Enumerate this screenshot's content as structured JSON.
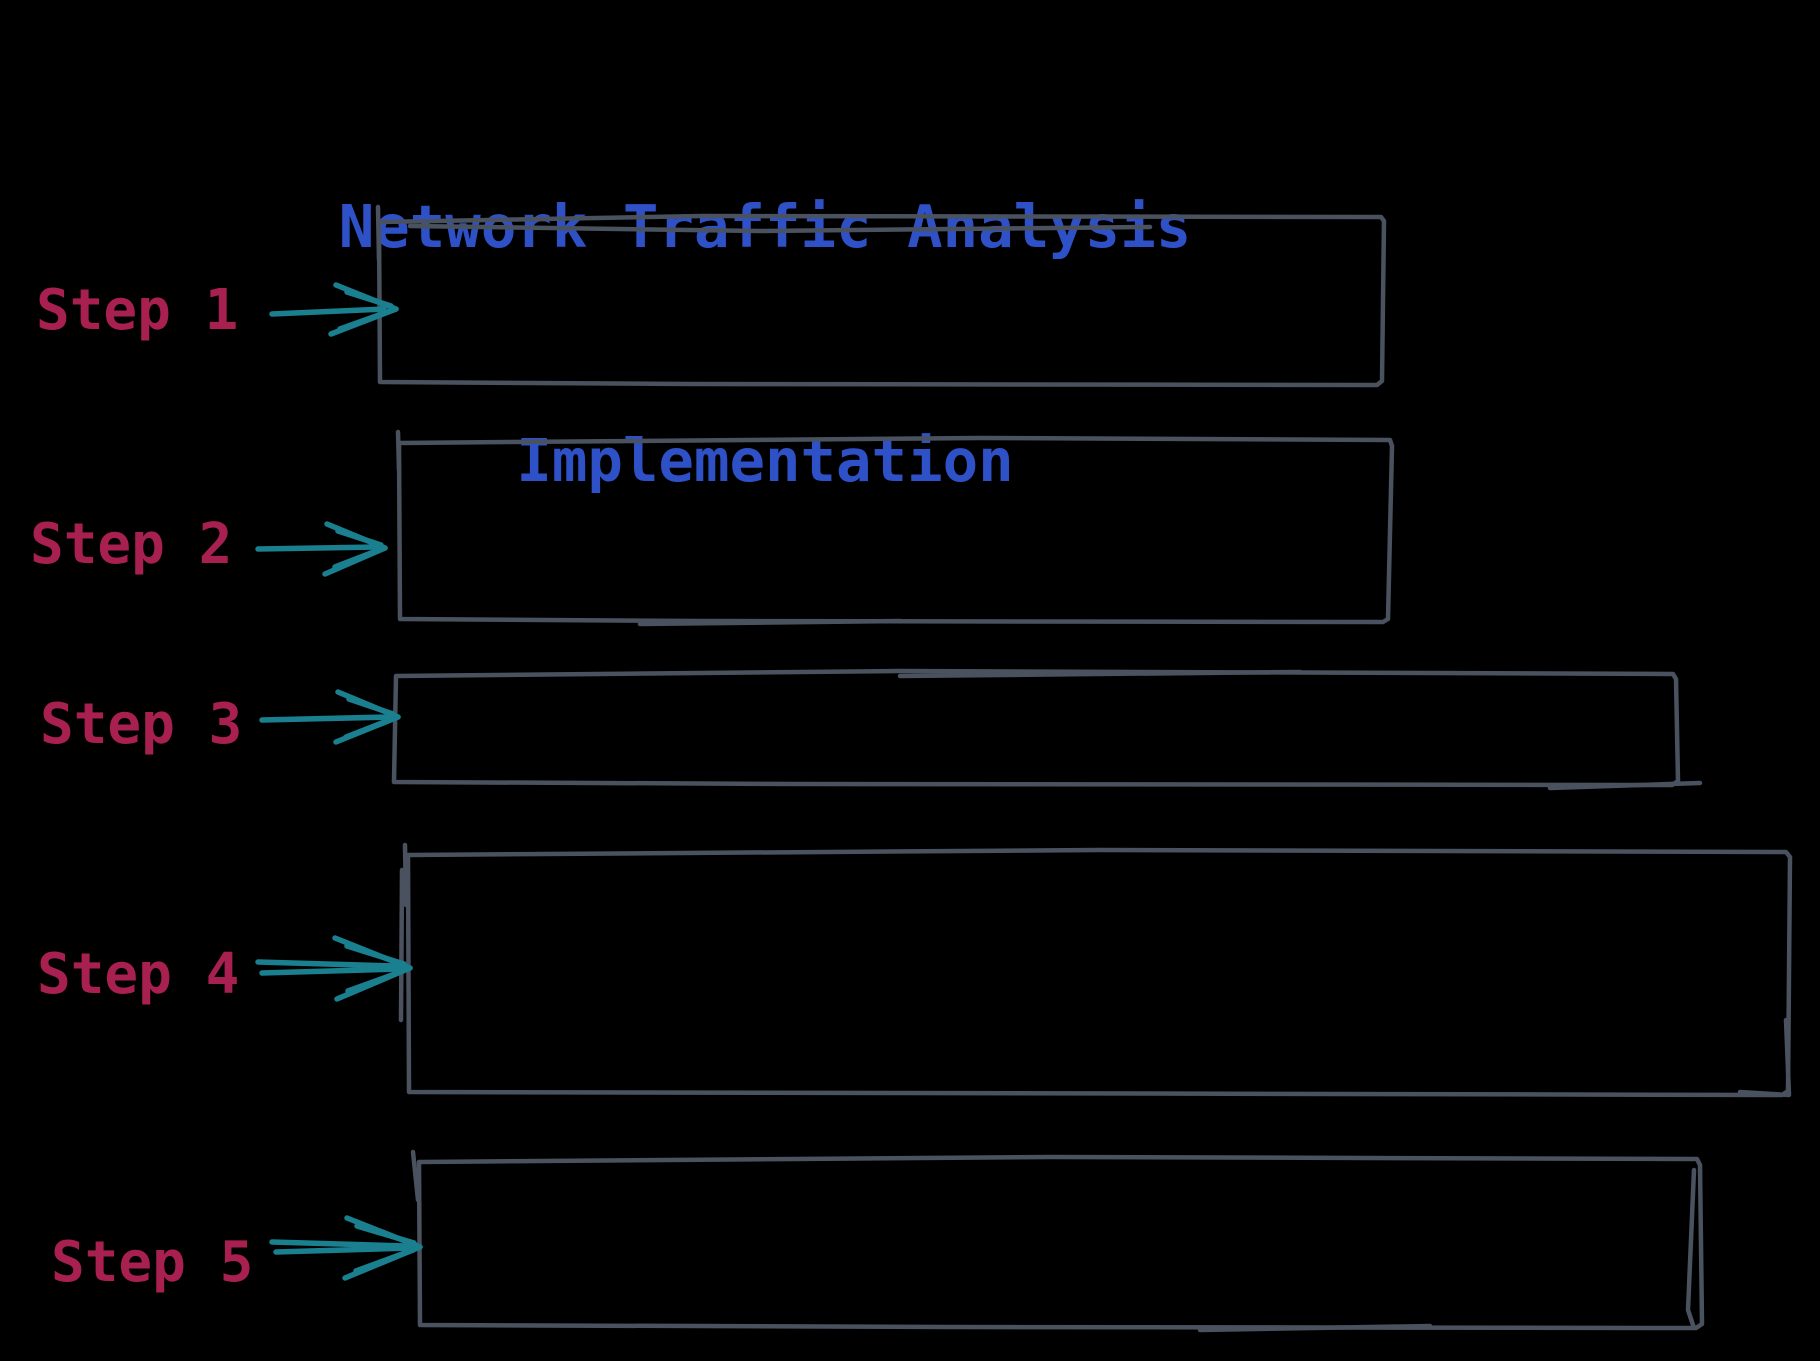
{
  "title": {
    "line1": "Network Traffic Analysis",
    "line2": "Implementation"
  },
  "steps": [
    {
      "label": "Step 1"
    },
    {
      "label": "Step 2"
    },
    {
      "label": "Step 3"
    },
    {
      "label": "Step 4"
    },
    {
      "label": "Step 5"
    }
  ],
  "colors": {
    "background": "#000000",
    "title_blue": "#2f51c7",
    "step_crimson": "#a7204f",
    "arrow_teal": "#1a7f8e",
    "box_border": "#49525e"
  }
}
